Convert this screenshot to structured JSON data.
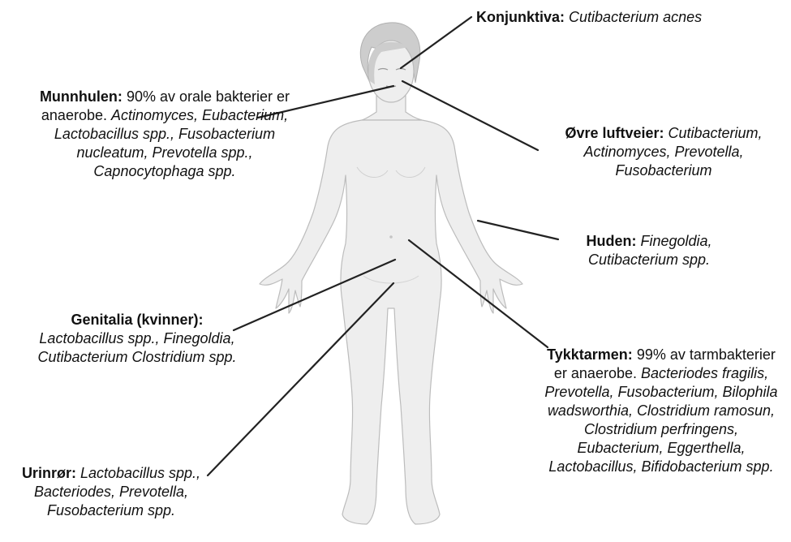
{
  "labels": {
    "konjunktiva": {
      "title": "Konjunktiva:",
      "text": "",
      "species": "Cutibacterium acnes"
    },
    "munnhulen": {
      "title": "Munnhulen:",
      "text": "90% av orale bakterier er anaerobe.",
      "species": "Actinomyces, Eubacterium, Lactobacillus spp., Fusobacterium nucleatum, Prevotella spp., Capnocytophaga spp."
    },
    "ovre_luftveier": {
      "title": "Øvre luftveier:",
      "text": "",
      "species": "Cutibacterium, Actinomyces, Prevotella, Fusobacterium"
    },
    "huden": {
      "title": "Huden:",
      "text": "",
      "species": "Finegoldia, Cutibacterium spp."
    },
    "genitalia": {
      "title": "Genitalia (kvinner):",
      "text": "",
      "species": "Lactobacillus spp., Finegoldia, Cutibacterium Clostridium spp."
    },
    "tykktarmen": {
      "title": "Tykktarmen:",
      "text": "99% av tarmbakterier er anaerobe.",
      "species": "Bacteriodes fragilis, Prevotella, Fusobacterium, Bilophila wadsworthia, Clostridium ramosun, Clostridium perfringens, Eubacterium, Eggerthella, Lactobacillus, Bifidobacterium spp."
    },
    "urinror": {
      "title": "Urinrør:",
      "text": "",
      "species": "Lactobacillus spp., Bacteriodes, Prevotella, Fusobacterium spp."
    }
  },
  "colors": {
    "body_fill": "#eeeeee",
    "body_outline": "#bcbcbc",
    "hair": "#cdcdcd",
    "leader_line": "#222222",
    "text": "#111111"
  }
}
